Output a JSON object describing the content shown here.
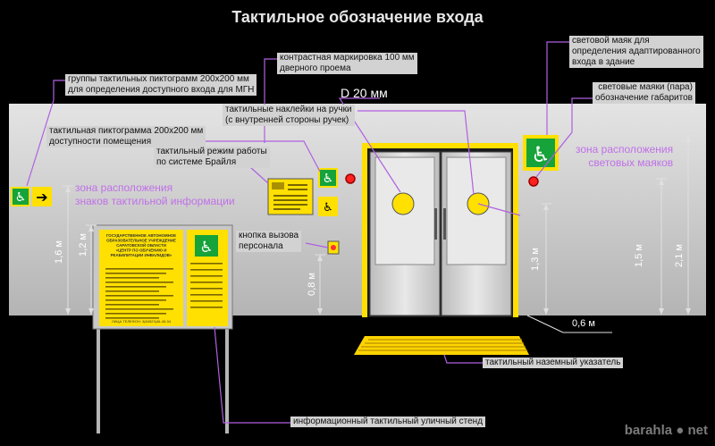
{
  "title": "Тактильное обозначение входа",
  "labels": {
    "contrast_marking": [
      "контрастная маркировка 100 мм",
      "дверного проема"
    ],
    "light_beacon": [
      "световой маяк для",
      "определения адаптированного",
      "входа в здание"
    ],
    "light_beacons_pair": [
      "световые маяки (пара)",
      "обозначение габаритов"
    ],
    "pictogram_groups": [
      "группы тактильных пиктограмм 200х200 мм",
      "для определения доступного входа для МГН"
    ],
    "diameter": "D 20 мм",
    "door_stickers": [
      "тактильные наклейки на ручки",
      "(с внутренней стороны ручек)"
    ],
    "pictogram_room": [
      "тактильная пиктограмма 200х200 мм",
      "доступности помещения"
    ],
    "braille_mode": [
      "тактильный режим работы",
      "по системе Брайля"
    ],
    "call_button": [
      "кнопка вызова",
      "персонала"
    ],
    "ground_indicator": "тактильный наземный указатель",
    "info_stand": "информационный тактильный уличный стенд"
  },
  "zones": {
    "tactile_signs": [
      "зона расположения",
      "знаков тактильной информации"
    ],
    "light_beacons": [
      "зона расположения",
      "световых маяков"
    ]
  },
  "dimensions": {
    "d1": "1,6 м",
    "d2": "1,2 м",
    "d3": "0,8 м",
    "d4": "1,3 м",
    "d5": "1,5 м",
    "d6": "2,1 м",
    "d7": "0,6 м"
  },
  "stand": {
    "org": [
      "ГОСУДАРСТВЕННОЕ АВТОНОМНОЕ",
      "ОБРАЗОВАТЕЛЬНОЕ УЧРЕЖДЕНИЕ",
      "САРАТОВСКОЙ ОБЛАСТИ",
      "«ЦЕНТР ПО ОБУЧЕНИЮ И",
      "РЕАБИЛИТАЦИИ ИНВАЛИДОВ»"
    ],
    "phone": "ЛИЦА ТЕЛЕФОН: 3(84523)46-45-34"
  },
  "watermark": "barahla ● net",
  "colors": {
    "wall": "#c8c8c8",
    "yellow": "#ffe000",
    "door": "#cfcfcf",
    "pictogram_green": "#15a33a",
    "beacon_red": "#ff2020",
    "leader_line": "#b060e0",
    "dim_line": "#e0e0e0"
  }
}
